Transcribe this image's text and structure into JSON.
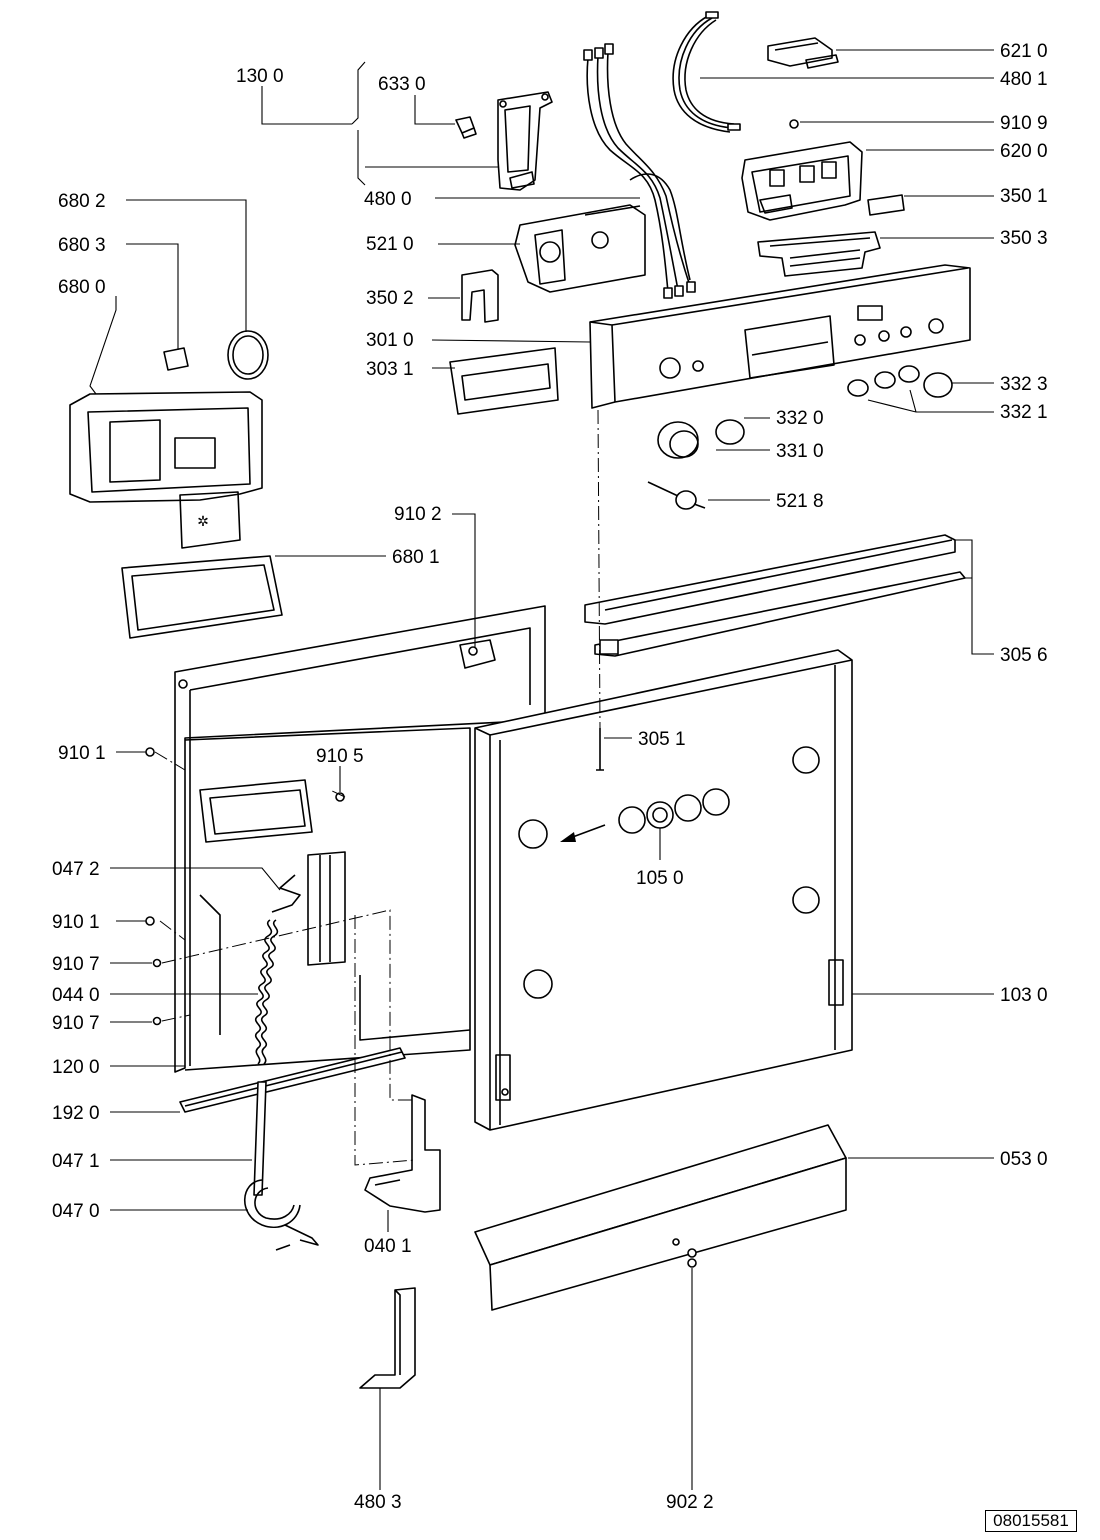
{
  "diagram": {
    "labels": {
      "p1300": "130 0",
      "p6330": "633 0",
      "p4800": "480 0",
      "p6802": "680 2",
      "p6803": "680 3",
      "p6800": "680 0",
      "p5210": "521 0",
      "p3502": "350 2",
      "p3010": "301 0",
      "p3031": "303 1",
      "p6210": "621 0",
      "p4801": "480 1",
      "p9109": "910 9",
      "p6200": "620 0",
      "p3501": "350 1",
      "p3503": "350 3",
      "p3323": "332 3",
      "p3321": "332 1",
      "p3320": "332 0",
      "p3310": "331 0",
      "p5218": "521 8",
      "p9102": "910 2",
      "p6801": "680 1",
      "p3056": "305 6",
      "p3051": "305 1",
      "p9101a": "910 1",
      "p9105": "910 5",
      "p0472": "047 2",
      "p1050": "105 0",
      "p9101b": "910 1",
      "p9107a": "910 7",
      "p0440": "044 0",
      "p9107b": "910 7",
      "p1030": "103 0",
      "p1200": "120 0",
      "p1920": "192 0",
      "p0471": "047 1",
      "p0530": "053 0",
      "p0470": "047 0",
      "p0401": "040 1",
      "p4803": "480 3",
      "p9022": "902 2"
    },
    "document_id": "08015581"
  }
}
